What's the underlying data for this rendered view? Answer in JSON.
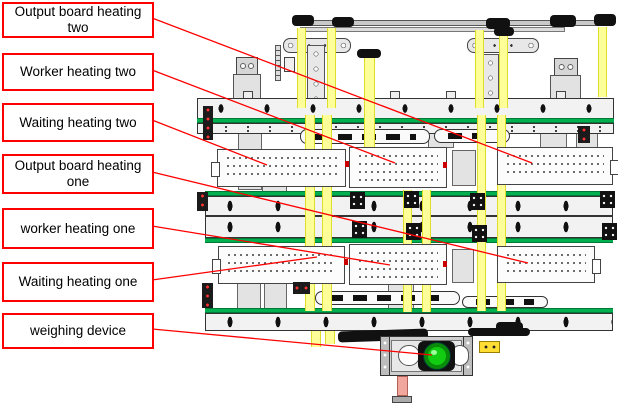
{
  "diagram": {
    "type": "labeled-machine-diagram",
    "callouts": [
      {
        "label": "Output board heating two",
        "target": "upper-level-right-heating-plate"
      },
      {
        "label": "Worker heating two",
        "target": "upper-level-center-heating-plate"
      },
      {
        "label": "Waiting heating two",
        "target": "upper-level-left-heating-plate"
      },
      {
        "label": "Output board heating one",
        "target": "lower-level-right-heating-plate"
      },
      {
        "label": "worker heating one",
        "target": "lower-level-center-heating-plate"
      },
      {
        "label": "Waiting heating one",
        "target": "lower-level-left-heating-plate"
      },
      {
        "label": "weighing device",
        "target": "weighing-device-green-button"
      }
    ],
    "colors": {
      "callout_border": "#ff0000",
      "leader_line": "#ff0000",
      "conveyor_green": "#00b050",
      "belt_yellow": "#ffff99",
      "button_green": "#11cc11",
      "leg_pink": "#f2a79e"
    }
  }
}
